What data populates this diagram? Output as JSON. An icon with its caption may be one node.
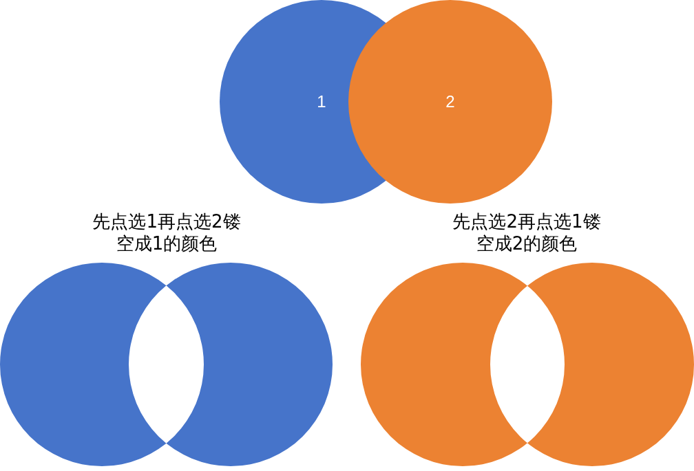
{
  "diagram": {
    "nodes": [
      {
        "text": [
          "1"
        ]
      },
      {
        "text": [
          "2"
        ]
      },
      {
        "text": [
          "先点选1再点选2镂空成1的颜色"
        ]
      },
      {
        "text": [
          "先点选2再点选1镂空成2的颜色"
        ]
      }
    ]
  }
}
